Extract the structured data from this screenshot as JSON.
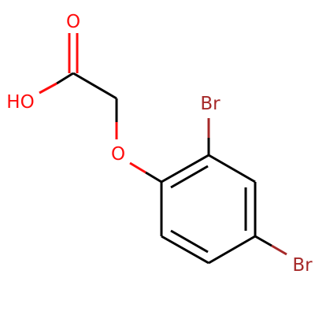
{
  "colors": {
    "bond": "#000000",
    "oxygen": "#ff0d0d",
    "bromine": "#a62929"
  },
  "atoms": {
    "carbonyl_oxygen": "O",
    "hydroxyl": "HO",
    "ether_oxygen": "O",
    "bromine_ortho": "Br",
    "bromine_para": "Br"
  }
}
